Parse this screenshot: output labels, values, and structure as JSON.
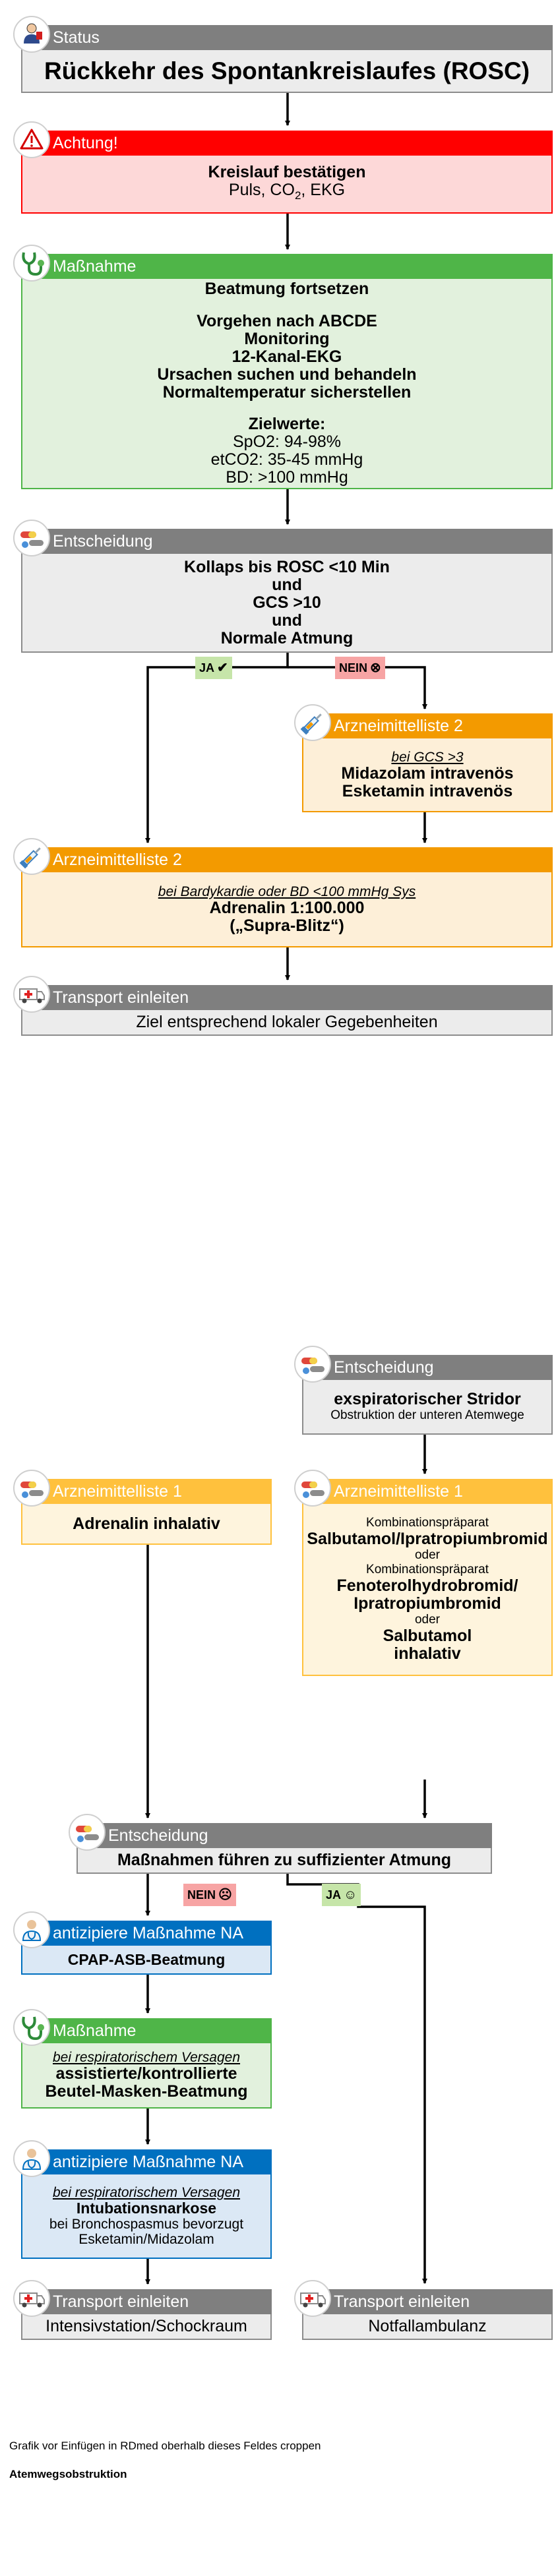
{
  "diagram1": {
    "status": {
      "header": "Status",
      "title": "Rückkehr des Spontankreislaufes (ROSC)"
    },
    "achtung": {
      "header": "Achtung!",
      "line1": "Kreislauf bestätigen",
      "line2_pre": "Puls, CO",
      "line2_sub": "2",
      "line2_post": ", EKG"
    },
    "massnahme": {
      "header": "Maßnahme",
      "title": "Beatmung fortsetzen",
      "steps": [
        "Vorgehen nach ABCDE",
        "Monitoring",
        "12-Kanal-EKG",
        "Ursachen suchen und behandeln",
        "Normaltemperatur sicherstellen"
      ],
      "targets_label": "Zielwerte:",
      "targets": [
        "SpO2: 94-98%",
        "etCO2: 35-45 mmHg",
        "BD: >100 mmHg"
      ]
    },
    "entscheidung": {
      "header": "Entscheidung",
      "lines": [
        "Kollaps bis ROSC <10 Min",
        "und",
        "GCS >10",
        "und",
        "Normale Atmung"
      ]
    },
    "ja_label": "JA",
    "nein_label": "NEIN",
    "arznei_right": {
      "header": "Arzneimittelliste 2",
      "condition": "bei GCS >3",
      "lines": [
        "Midazolam intravenös",
        "Esketamin intravenös"
      ]
    },
    "arznei_wide": {
      "header": "Arzneimittelliste 2",
      "condition": "bei Bardykardie oder BD <100 mmHg Sys",
      "lines": [
        "Adrenalin 1:100.000",
        "(„Supra-Blitz“)"
      ]
    },
    "transport": {
      "header": "Transport einleiten",
      "text": "Ziel entsprechend lokaler Gegebenheiten"
    }
  },
  "diagram2": {
    "entscheidung_top": {
      "header": "Entscheidung",
      "title": "exspiratorischer Stridor",
      "subtitle": "Obstruktion der unteren Atemwege"
    },
    "arznei_left": {
      "header": "Arzneimittelliste 1",
      "text": "Adrenalin inhalativ"
    },
    "arznei_right": {
      "header": "Arzneimittelliste 1",
      "combo1_label": "Kombinationspräparat",
      "combo1": "Salbutamol/Ipratropiumbromid",
      "or1": "oder",
      "combo2_label": "Kombinationspräparat",
      "combo2": [
        "Fenoterolhydrobromid/",
        "Ipratropiumbromid"
      ],
      "or2": "oder",
      "single": [
        "Salbutamol",
        "inhalativ"
      ]
    },
    "entscheidung_mid": {
      "header": "Entscheidung",
      "text": "Maßnahmen führen zu suffizienter Atmung"
    },
    "nein_label": "NEIN",
    "ja_label": "JA",
    "na1": {
      "header": "antizipiere Maßnahme NA",
      "text": "CPAP-ASB-Beatmung"
    },
    "massnahme": {
      "header": "Maßnahme",
      "condition": "bei respiratorischem Versagen",
      "lines": [
        "assistierte/kontrollierte",
        "Beutel-Masken-Beatmung"
      ]
    },
    "na2": {
      "header": "antizipiere Maßnahme NA",
      "condition": "bei respiratorischem Versagen",
      "title": "Intubationsnarkose",
      "lines": [
        "bei Bronchospasmus bevorzugt",
        "Esketamin/Midazolam"
      ]
    },
    "transport_left": {
      "header": "Transport einleiten",
      "text": "Intensivstation/Schockraum"
    },
    "transport_right": {
      "header": "Transport einleiten",
      "text": "Notfallambulanz"
    }
  },
  "footer": {
    "note": "Grafik vor Einfügen in RDmed oberhalb dieses Feldes croppen",
    "title": "Atemwegsobstruktion"
  },
  "colors": {
    "gray": "#7f7f7f",
    "red": "#ff0000",
    "green": "#4fb548",
    "orange": "#f39a00",
    "yellow": "#ffc13d",
    "blue": "#0070c0"
  },
  "icons": [
    "person-icon",
    "warning-icon",
    "stethoscope-icon",
    "pills-icon",
    "syringe-icon",
    "ambulance-icon",
    "checkmark-icon",
    "cross-circle-icon"
  ]
}
